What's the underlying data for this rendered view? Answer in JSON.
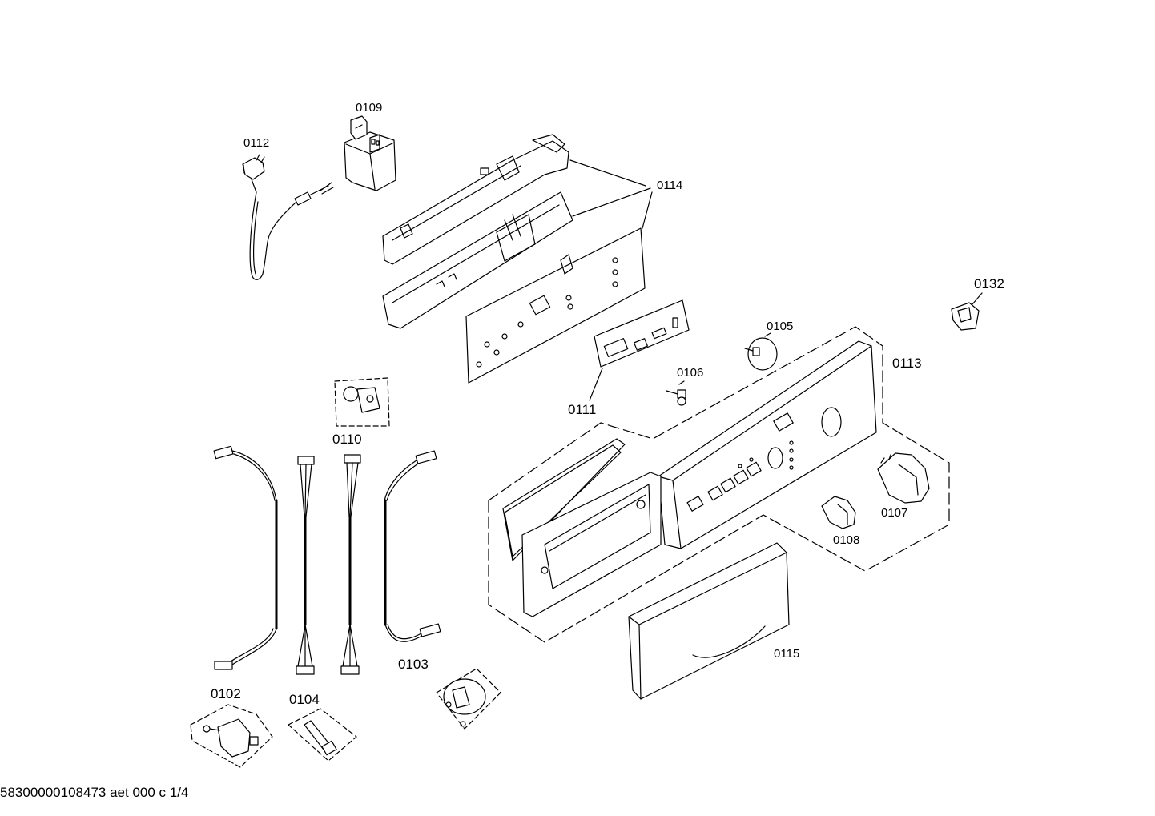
{
  "footer": {
    "document_id": "58300000108473 aet 000 c 1/4"
  },
  "parts": {
    "p0109": "0109",
    "p0112": "0112",
    "p0114": "0114",
    "p0132": "0132",
    "p0105": "0105",
    "p0113": "0113",
    "p0106": "0106",
    "p0111": "0111",
    "p0110": "0110",
    "p0107": "0107",
    "p0108": "0108",
    "p0102": "0102",
    "p0104": "0104",
    "p0103": "0103",
    "p0115": "0115"
  }
}
